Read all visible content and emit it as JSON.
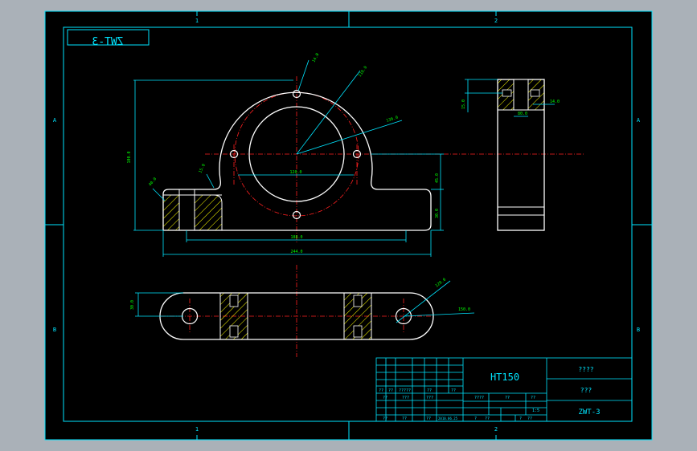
{
  "colors": {
    "app_background": "#aab1b8",
    "canvas": "#000000",
    "frame": "#00e5ff",
    "outline": "#ffffff",
    "center_line": "#ff2020",
    "dimension": "#00e5ff",
    "dimension_text": "#00ff00",
    "hatch": "#ffff00",
    "title_block": "#00e5ff",
    "title_text": "#00e5ff"
  },
  "border": {
    "top_zones": [
      "1",
      "2"
    ],
    "bottom_zones": [
      "1",
      "2"
    ],
    "left_zones": [
      "A",
      "B"
    ],
    "right_zones": [
      "A",
      "B"
    ]
  },
  "drawing_code_stamp": "ZWT-3",
  "dimensions": {
    "main_height": "100.0",
    "top_hole": "14.0",
    "bore_dia": "110.0",
    "bolt_circle": "136.0",
    "center_span": "120.0",
    "slot_left": "40.0",
    "chamfer": "15.0",
    "center_height": "45.0",
    "base_height": "30.0",
    "inner_span": "188.0",
    "overall_length": "244.0",
    "side_top": "15.0",
    "side_width": "80.0",
    "side_slot": "14.0",
    "plan_height": "30.0",
    "plan_hole_dia": "120.0",
    "plan_radius": "150.0"
  },
  "title_block": {
    "material": "HT150",
    "company": "????",
    "name": "???",
    "drawing_number": "ZWT-3",
    "cells": {
      "r1c1": "??",
      "r1c2": "??",
      "r1c3": "?????",
      "r1c4": "??",
      "r1c5": "??",
      "r2c1": "??",
      "r2c2": "???",
      "r2c3": "???",
      "r3c1": "??",
      "r3c2": "??",
      "r3c3": "??",
      "r3c4": "2010.06.25",
      "stage": "????",
      "stage_a": "??",
      "stage_b": "??",
      "scale": "1:5",
      "sheet_a": "?",
      "sheet_b": "??",
      "sheet_c": "?",
      "sheet_d": "??"
    }
  }
}
